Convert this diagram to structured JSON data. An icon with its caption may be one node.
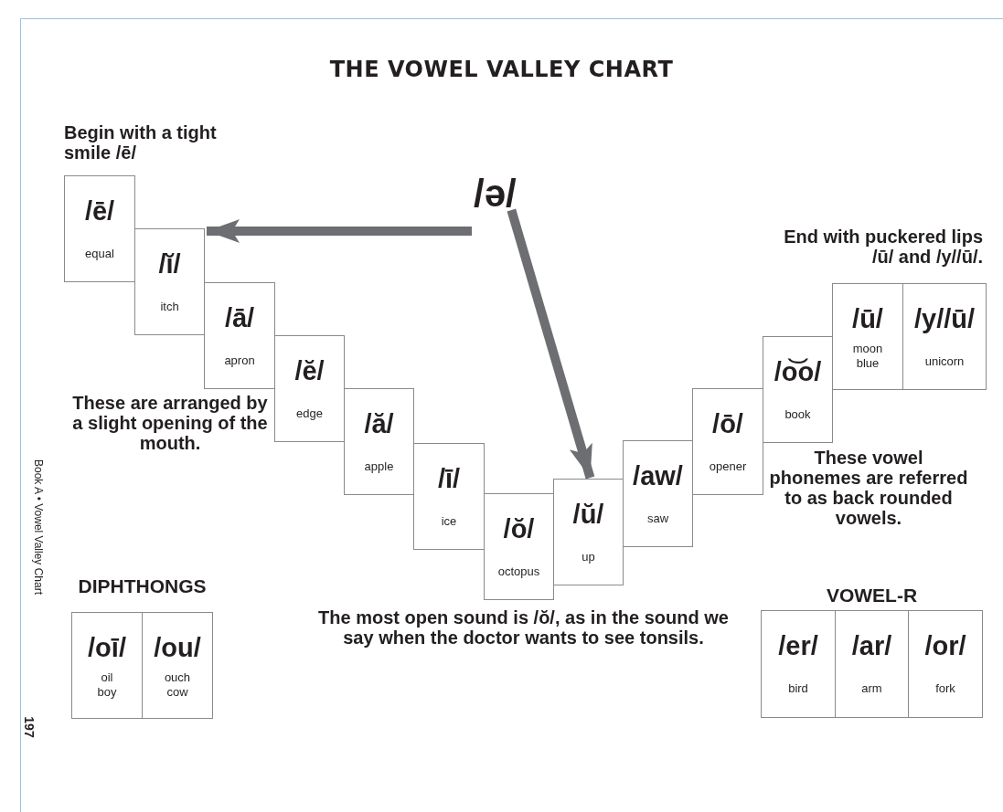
{
  "diagram": {
    "title": "THE VOWEL VALLEY CHART",
    "nodes": [
      {
        "text": [
          "/ə/"
        ]
      },
      {
        "text": [
          "/ē/",
          "equal"
        ]
      },
      {
        "text": [
          "/ĭ/",
          "itch"
        ]
      },
      {
        "text": [
          "/ā/",
          "apron"
        ]
      },
      {
        "text": [
          "/ĕ/",
          "edge"
        ]
      },
      {
        "text": [
          "/ă/",
          "apple"
        ]
      },
      {
        "text": [
          "/ī/",
          "ice"
        ]
      },
      {
        "text": [
          "/ŏ/",
          "octopus"
        ]
      },
      {
        "text": [
          "/ŭ/",
          "up"
        ]
      },
      {
        "text": [
          "/aw/",
          "saw"
        ]
      },
      {
        "text": [
          "/ō/",
          "opener"
        ]
      },
      {
        "text": [
          "/o͝o/",
          "book"
        ]
      },
      {
        "text": [
          "/ū/",
          "moon",
          "blue"
        ]
      },
      {
        "text": [
          "/y//ū/",
          "unicorn"
        ]
      },
      {
        "text": [
          "DIPHTHONGS"
        ]
      },
      {
        "text": [
          "/oī/",
          "oil",
          "boy"
        ],
        "in": 14
      },
      {
        "text": [
          "/ou/",
          "ouch",
          "cow"
        ],
        "in": 14
      },
      {
        "text": [
          "VOWEL-R"
        ]
      },
      {
        "text": [
          "/er/",
          "bird"
        ],
        "in": 17
      },
      {
        "text": [
          "/ar/",
          "arm"
        ],
        "in": 17
      },
      {
        "text": [
          "/or/",
          "fork"
        ],
        "in": 17
      }
    ],
    "edges": [
      {
        "from": 0,
        "to": 2,
        "arrow": "to"
      },
      {
        "from": 0,
        "to": 8,
        "arrow": "to"
      }
    ],
    "labels": [
      "Begin with a tight smile /ē/",
      "End with puckered lips /ū/ and /y//ū/.",
      "These are arranged by a slight opening of the mouth.",
      "These vowel phonemes are referred to as back rounded vowels.",
      "The most open sound is /ŏ/, as in the sound we say when the doctor wants to see tonsils.",
      "Book A • Vowel Valley Chart",
      "197"
    ]
  }
}
